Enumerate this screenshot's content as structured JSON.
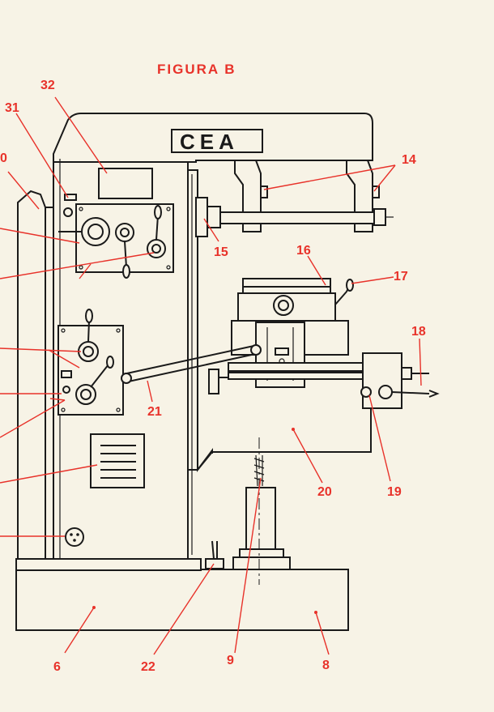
{
  "figure_title": "FIGURA B",
  "brand_logo": "CEA",
  "callouts": {
    "c32": "32",
    "c31": "31",
    "c0": "0",
    "c14": "14",
    "c15": "15",
    "c16": "16",
    "c17": "17",
    "c18": "18",
    "c21": "21",
    "c20": "20",
    "c19": "19",
    "c6": "6",
    "c22": "22",
    "c9": "9",
    "c8": "8"
  },
  "colors": {
    "paper": "#f7f3e6",
    "ink": "#1a1a1a",
    "callout_red": "#e8322a"
  },
  "icons": [
    "hand-lever-icon",
    "gear-selector-dial-icon",
    "power-socket-icon",
    "ventilation-grille-icon"
  ]
}
